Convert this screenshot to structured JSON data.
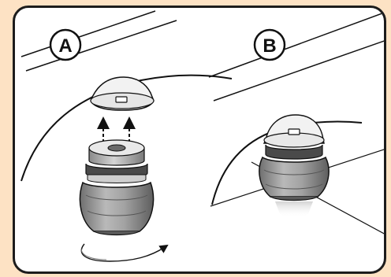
{
  "panels": [
    {
      "id": "A",
      "label": "A"
    },
    {
      "id": "B",
      "label": "B"
    }
  ]
}
